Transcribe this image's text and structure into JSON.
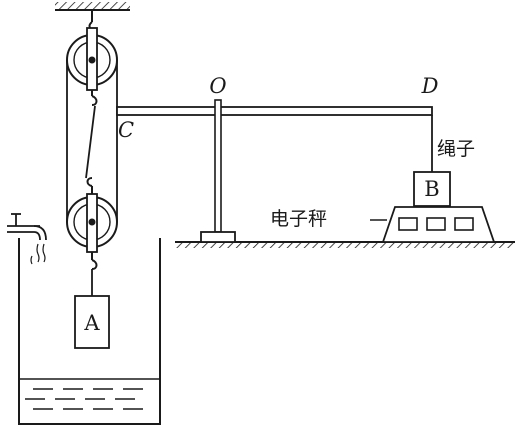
{
  "labels": {
    "point_O": "O",
    "point_D": "D",
    "point_C": "C",
    "rope": "绳子",
    "block_A": "A",
    "block_B": "B",
    "scale": "电子秤"
  },
  "colors": {
    "stroke": "#1a1a1a",
    "background": "#ffffff"
  }
}
